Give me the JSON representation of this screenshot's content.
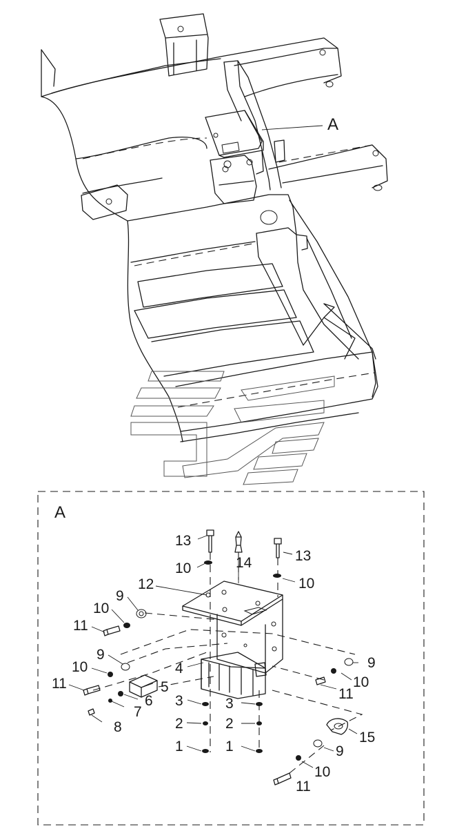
{
  "overview": {
    "detail_callout": "A"
  },
  "detail": {
    "title": "A",
    "callouts": {
      "c1a": "1",
      "c1b": "1",
      "c2a": "2",
      "c2b": "2",
      "c3a": "3",
      "c3b": "3",
      "c4": "4",
      "c5": "5",
      "c6": "6",
      "c7": "7",
      "c8": "8",
      "c9a": "9",
      "c9b": "9",
      "c9c": "9",
      "c9d": "9",
      "c10a": "10",
      "c10b": "10",
      "c10c": "10",
      "c10d": "10",
      "c10e": "10",
      "c10f": "10",
      "c11a": "11",
      "c11b": "11",
      "c11c": "11",
      "c11d": "11",
      "c12": "12",
      "c13a": "13",
      "c13b": "13",
      "c14": "14",
      "c15": "15"
    }
  },
  "colors": {
    "line": "#1a1a1a",
    "background": "#ffffff",
    "watermark": "#555555"
  }
}
